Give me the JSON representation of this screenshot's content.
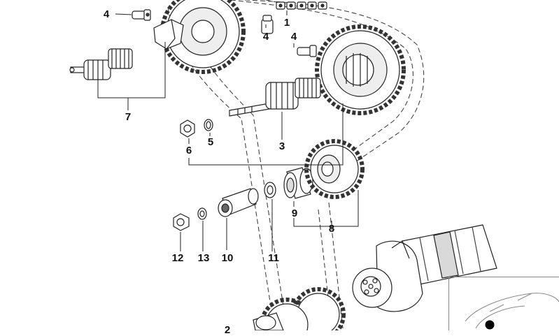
{
  "diagram": {
    "callouts": [
      {
        "id": "c4a",
        "text": "4"
      },
      {
        "id": "c1",
        "text": "1"
      },
      {
        "id": "c4b",
        "text": "4"
      },
      {
        "id": "c4c",
        "text": "4"
      },
      {
        "id": "c7",
        "text": "7"
      },
      {
        "id": "c6",
        "text": "6"
      },
      {
        "id": "c5",
        "text": "5"
      },
      {
        "id": "c3",
        "text": "3"
      },
      {
        "id": "c9",
        "text": "9"
      },
      {
        "id": "c8",
        "text": "8"
      },
      {
        "id": "c12",
        "text": "12"
      },
      {
        "id": "c13",
        "text": "13"
      },
      {
        "id": "c10",
        "text": "10"
      },
      {
        "id": "c11",
        "text": "11"
      },
      {
        "id": "c2",
        "text": "2"
      }
    ]
  },
  "colors": {
    "line": "#222222",
    "fill": "#ffffff",
    "shade": "#d8d8d8",
    "dark": "#555555"
  }
}
